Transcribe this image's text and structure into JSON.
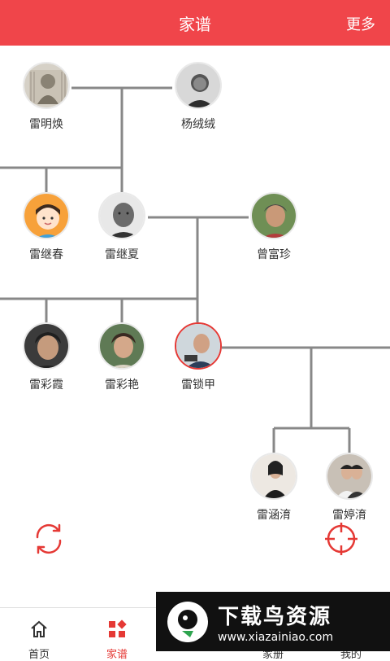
{
  "header": {
    "title": "家谱",
    "more_label": "更多"
  },
  "people": [
    {
      "id": "p1",
      "name": "雷明焕"
    },
    {
      "id": "p2",
      "name": "杨绒绒"
    },
    {
      "id": "p3",
      "name": "雷继春"
    },
    {
      "id": "p4",
      "name": "雷继夏"
    },
    {
      "id": "p5",
      "name": "曾富珍"
    },
    {
      "id": "p6",
      "name": "雷彩霞"
    },
    {
      "id": "p7",
      "name": "雷彩艳"
    },
    {
      "id": "p8",
      "name": "雷锁甲"
    },
    {
      "id": "p9",
      "name": "雷涵淯"
    },
    {
      "id": "p10",
      "name": "雷婷淯"
    }
  ],
  "tabs": [
    {
      "label": "首页"
    },
    {
      "label": "家谱"
    },
    {
      "label": ""
    },
    {
      "label": "家册"
    },
    {
      "label": "我的"
    }
  ],
  "watermark": {
    "title": "下载鸟资源",
    "url": "www.xiazainiao.com"
  }
}
